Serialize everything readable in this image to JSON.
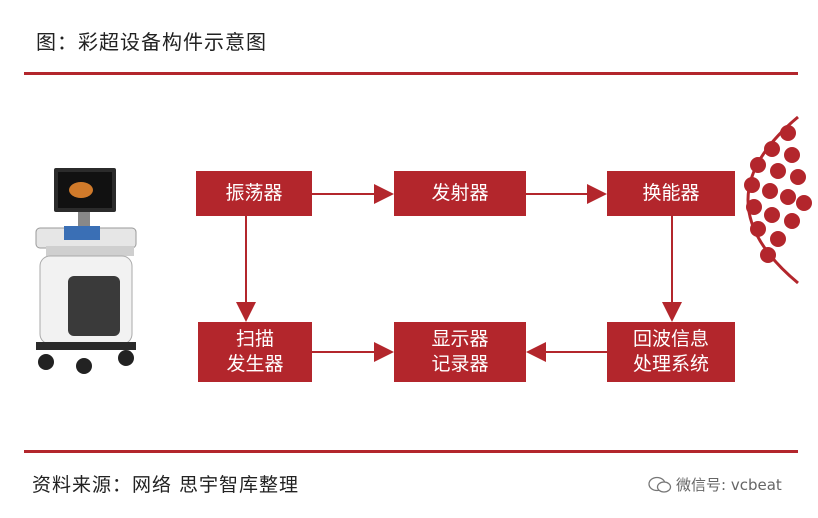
{
  "title": "图：彩超设备构件示意图",
  "boxes": {
    "oscillator": "振荡器",
    "transmitter": "发射器",
    "transducer": "换能器",
    "scan_generator": "扫描\n发生器",
    "display_recorder": "显示器\n记录器",
    "echo_processing": "回波信息\n处理系统"
  },
  "source": "资料来源：网络  思宇智库整理",
  "watermark": "微信号: vcbeat",
  "colors": {
    "accent": "#b3262c",
    "rule": "#b3262c"
  },
  "icons": [
    "ultrasound-machine-icon",
    "red-cells-icon",
    "wechat-icon"
  ]
}
